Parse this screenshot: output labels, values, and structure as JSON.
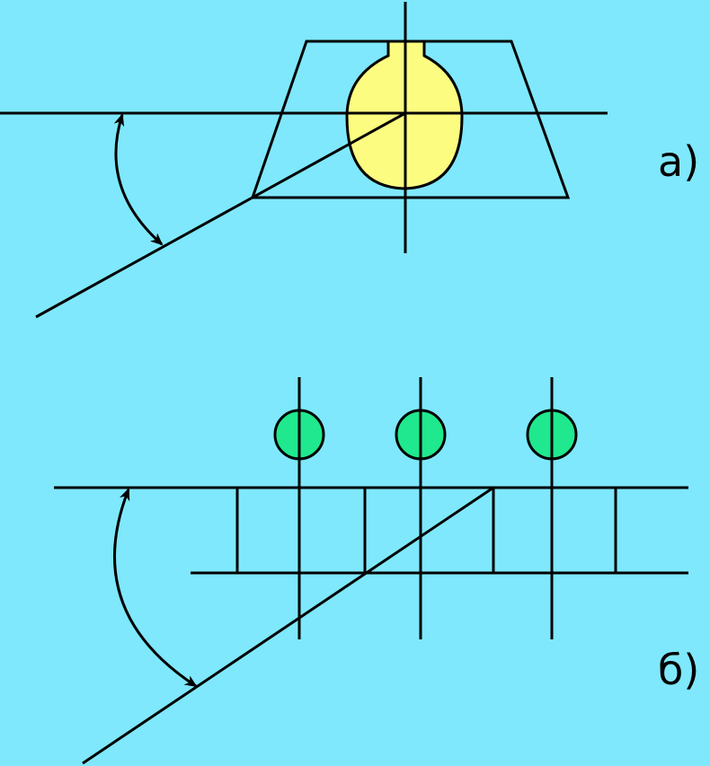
{
  "diagram": {
    "background_color": "#7fe8fc",
    "part_a": {
      "label": "а)",
      "cross_section_fill": "#fcfc80",
      "arrow_icon": "double-headed-curved-arrow"
    },
    "part_b": {
      "label": "б)",
      "circle_fill": "#1fe88e",
      "circle_count": 3,
      "arrow_icon": "double-headed-curved-arrow"
    }
  }
}
